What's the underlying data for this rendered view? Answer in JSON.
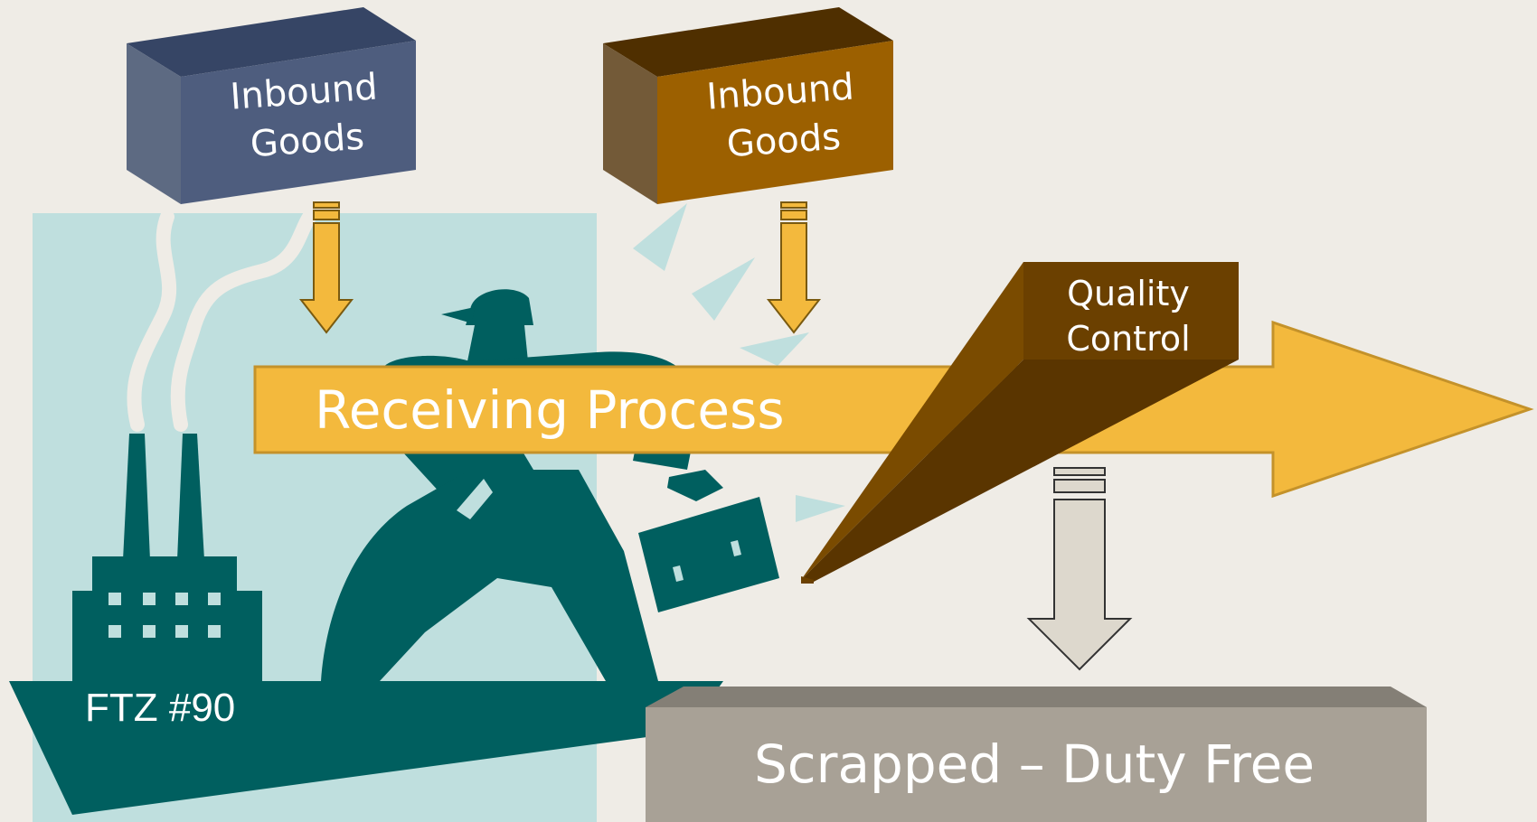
{
  "title": "",
  "boxes": {
    "inbound_left": {
      "line1": "Inbound",
      "line2": "Goods",
      "color": "#4e5d7e"
    },
    "inbound_right": {
      "line1": "Inbound",
      "line2": "Goods",
      "color": "#9c6000"
    },
    "quality_control": {
      "line1": "Quality",
      "line2": "Control",
      "color": "#6b4000"
    },
    "scrapped": {
      "label": "Scrapped – Duty Free",
      "color": "#a8a196"
    }
  },
  "receiving_process": {
    "label": "Receiving Process",
    "color": "#f3b93d"
  },
  "factory": {
    "label": "FTZ #90",
    "color": "#005f5f"
  },
  "colors": {
    "background": "#efece6",
    "light_teal": "#bfdfde",
    "dark_teal": "#005f5f",
    "arrow_yellow": "#f3b93d",
    "arrow_gray": "#ddd8cd"
  },
  "icons": [
    "factory-icon",
    "worker-with-toolbox-icon",
    "smoke-icon"
  ]
}
